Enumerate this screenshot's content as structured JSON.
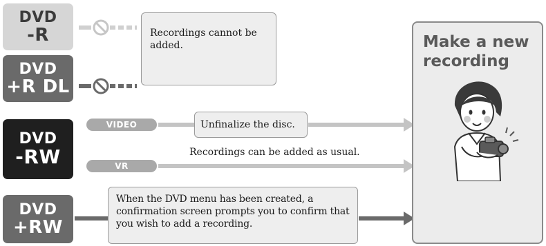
{
  "discs": [
    {
      "line1": "DVD",
      "line2": "-R"
    },
    {
      "line1": "DVD",
      "line2": "+R DL"
    },
    {
      "line1": "DVD",
      "line2": "-RW"
    },
    {
      "line1": "DVD",
      "line2": "+RW"
    }
  ],
  "modes": {
    "video": "VIDEO",
    "vr": "VR"
  },
  "messages": {
    "cannot_add": "Recordings cannot be added.",
    "unfinalize": "Unfinalize the disc.",
    "added_as_usual": "Recordings can be added as usual.",
    "confirmation": "When the DVD menu has been created, a confirmation screen prompts you to confirm that you wish to add a recording."
  },
  "result": {
    "line1": "Make a new",
    "line2": "recording"
  },
  "icons": [
    "prohibited-icon",
    "arrow-right-icon",
    "camcorder-user-illustration"
  ],
  "colors": {
    "light_gray": "#d6d6d6",
    "mid_gray": "#6a6a6a",
    "dark": "#1f1f1f",
    "connector": "#c4c4c4",
    "panel_text": "#5a5a5a"
  }
}
